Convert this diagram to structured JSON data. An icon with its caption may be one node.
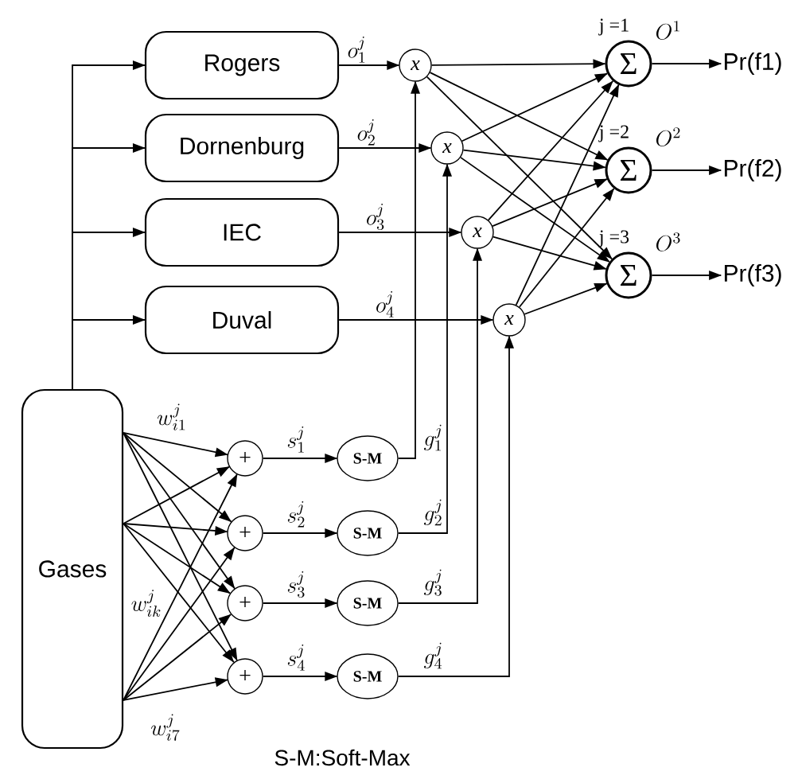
{
  "diagram": {
    "caption": "S-M:Soft-Max",
    "nodes": [
      {
        "text": [
          "Rogers"
        ]
      },
      {
        "text": [
          "Dornenburg"
        ]
      },
      {
        "text": [
          "IEC"
        ]
      },
      {
        "text": [
          "Duval"
        ]
      },
      {
        "text": [
          "x"
        ]
      },
      {
        "text": [
          "x"
        ]
      },
      {
        "text": [
          "x"
        ]
      },
      {
        "text": [
          "x"
        ]
      },
      {
        "text": [
          "Σ"
        ],
        "beside": [
          "j =1",
          "O^1"
        ]
      },
      {
        "text": [
          "Σ"
        ],
        "beside": [
          "j =2",
          "O^2"
        ]
      },
      {
        "text": [
          "Σ"
        ],
        "beside": [
          "j =3",
          "O^3"
        ]
      },
      {
        "text": [
          "Pr(f1)"
        ]
      },
      {
        "text": [
          "Pr(f2)"
        ]
      },
      {
        "text": [
          "Pr(f3)"
        ]
      },
      {
        "text": [
          "Gases"
        ]
      },
      {
        "text": [
          "+"
        ]
      },
      {
        "text": [
          "+"
        ]
      },
      {
        "text": [
          "+"
        ]
      },
      {
        "text": [
          "+"
        ]
      },
      {
        "text": [
          "S-M"
        ]
      },
      {
        "text": [
          "S-M"
        ]
      },
      {
        "text": [
          "S-M"
        ]
      },
      {
        "text": [
          "S-M"
        ]
      }
    ],
    "edges": [
      {
        "from": 14,
        "to": 0,
        "arrow": "to"
      },
      {
        "from": 14,
        "to": 1,
        "arrow": "to"
      },
      {
        "from": 14,
        "to": 2,
        "arrow": "to"
      },
      {
        "from": 14,
        "to": 3,
        "arrow": "to"
      },
      {
        "from": 0,
        "to": 4,
        "arrow": "to",
        "label": "o_1^j"
      },
      {
        "from": 1,
        "to": 5,
        "arrow": "to",
        "label": "o_2^j"
      },
      {
        "from": 2,
        "to": 6,
        "arrow": "to",
        "label": "o_3^j"
      },
      {
        "from": 3,
        "to": 7,
        "arrow": "to",
        "label": "o_4^j"
      },
      {
        "from": 4,
        "to": 8,
        "arrow": "to"
      },
      {
        "from": 4,
        "to": 9,
        "arrow": "to"
      },
      {
        "from": 4,
        "to": 10,
        "arrow": "to"
      },
      {
        "from": 5,
        "to": 8,
        "arrow": "to"
      },
      {
        "from": 5,
        "to": 9,
        "arrow": "to"
      },
      {
        "from": 5,
        "to": 10,
        "arrow": "to"
      },
      {
        "from": 6,
        "to": 8,
        "arrow": "to"
      },
      {
        "from": 6,
        "to": 9,
        "arrow": "to"
      },
      {
        "from": 6,
        "to": 10,
        "arrow": "to"
      },
      {
        "from": 7,
        "to": 8,
        "arrow": "to"
      },
      {
        "from": 7,
        "to": 9,
        "arrow": "to"
      },
      {
        "from": 7,
        "to": 10,
        "arrow": "to"
      },
      {
        "from": 8,
        "to": 11,
        "arrow": "to"
      },
      {
        "from": 9,
        "to": 12,
        "arrow": "to"
      },
      {
        "from": 10,
        "to": 13,
        "arrow": "to"
      },
      {
        "from": 14,
        "to": 15,
        "arrow": "to"
      },
      {
        "from": 14,
        "to": 16,
        "arrow": "to"
      },
      {
        "from": 14,
        "to": 17,
        "arrow": "to"
      },
      {
        "from": 14,
        "to": 18,
        "arrow": "to"
      },
      {
        "from": 14,
        "to": 15,
        "arrow": "to"
      },
      {
        "from": 14,
        "to": 16,
        "arrow": "to"
      },
      {
        "from": 14,
        "to": 17,
        "arrow": "to"
      },
      {
        "from": 14,
        "to": 18,
        "arrow": "to"
      },
      {
        "from": 14,
        "to": 15,
        "arrow": "to"
      },
      {
        "from": 14,
        "to": 16,
        "arrow": "to"
      },
      {
        "from": 14,
        "to": 17,
        "arrow": "to"
      },
      {
        "from": 14,
        "to": 18,
        "arrow": "to"
      },
      {
        "from": 15,
        "to": 19,
        "arrow": "to",
        "label": "s_1^j"
      },
      {
        "from": 16,
        "to": 20,
        "arrow": "to",
        "label": "s_2^j"
      },
      {
        "from": 17,
        "to": 21,
        "arrow": "to",
        "label": "s_3^j"
      },
      {
        "from": 18,
        "to": 22,
        "arrow": "to",
        "label": "s_4^j"
      },
      {
        "from": 19,
        "to": 4,
        "arrow": "to",
        "label": "g_1^j"
      },
      {
        "from": 20,
        "to": 5,
        "arrow": "to",
        "label": "g_2^j"
      },
      {
        "from": 21,
        "to": 6,
        "arrow": "to",
        "label": "g_3^j"
      },
      {
        "from": 22,
        "to": 7,
        "arrow": "to",
        "label": "g_4^j"
      }
    ],
    "labels": [
      "w_{i1}^j",
      "w_{ik}^j",
      "w_{i7}^j"
    ]
  }
}
